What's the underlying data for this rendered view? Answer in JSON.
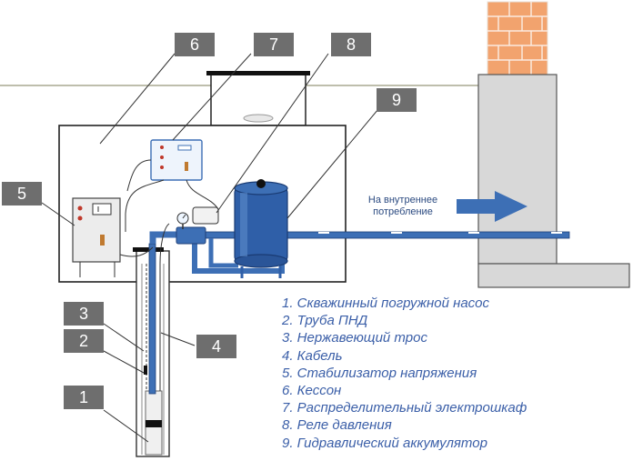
{
  "callouts": [
    "1",
    "2",
    "3",
    "4",
    "5",
    "6",
    "7",
    "8",
    "9"
  ],
  "flow_label": {
    "line1": "На внутреннее",
    "line2": "потребление"
  },
  "legend": [
    "1. Скважинный погружной насос",
    "2. Труба ПНД",
    "3. Нержавеющий трос",
    "4. Кабель",
    "5. Стабилизатор напряжения",
    "6. Кессон",
    "7. Распределительный электрошкаф",
    "8. Реле давления",
    "9. Гидравлический аккумулятор"
  ],
  "colors": {
    "pipe": "#3d6fb5",
    "pipe_dark": "#1e3f78",
    "tank": "#2f5fa8",
    "callout_bg": "#6e6e6e",
    "legend_text": "#3b5fa8",
    "brick": "#f0a070",
    "ground_line": "#a8a890",
    "wall": "#d6d6d6"
  },
  "icons": [
    "arrow-right-icon",
    "pressure-gauge-icon"
  ]
}
